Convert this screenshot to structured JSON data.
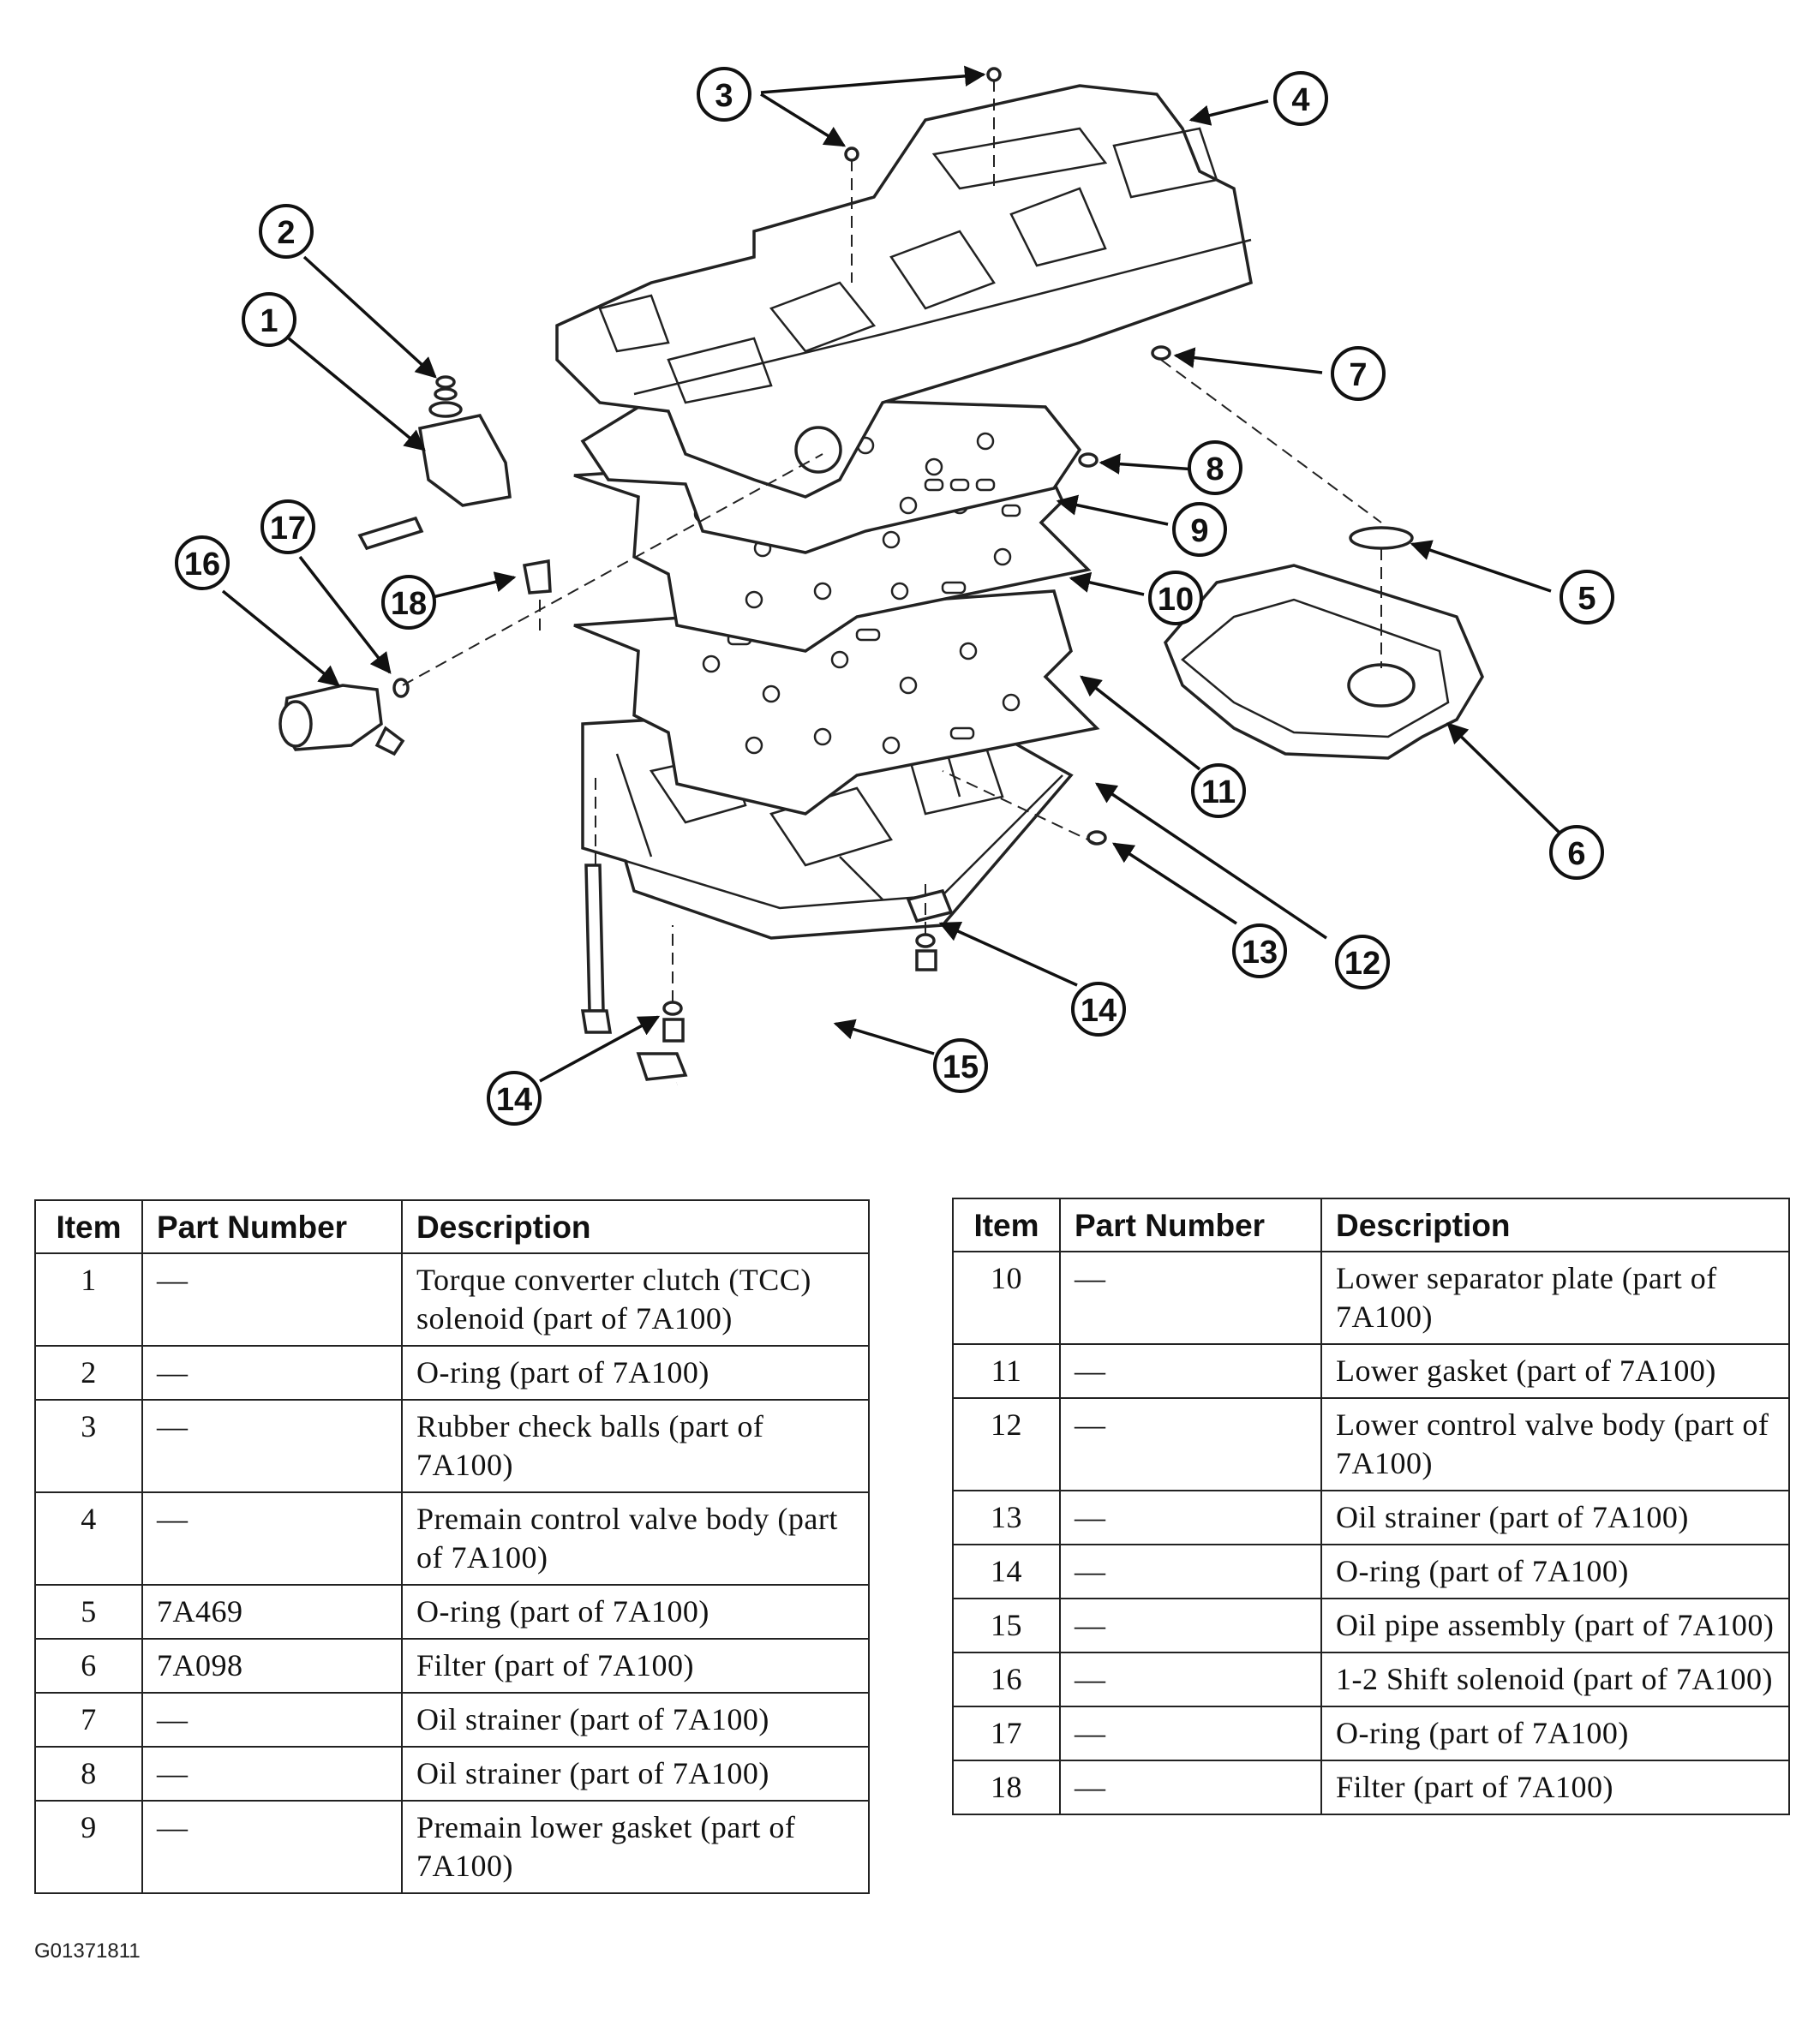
{
  "figure_id": "G01371811",
  "callouts": [
    "1",
    "2",
    "3",
    "4",
    "5",
    "6",
    "7",
    "8",
    "9",
    "10",
    "11",
    "12",
    "13",
    "14",
    "14",
    "15",
    "16",
    "17",
    "18"
  ],
  "table_headers": {
    "item": "Item",
    "part_number": "Part Number",
    "description": "Description"
  },
  "table_left": [
    {
      "item": "1",
      "part_number": "—",
      "description": "Torque converter clutch (TCC) solenoid (part of 7A100)"
    },
    {
      "item": "2",
      "part_number": "—",
      "description": "O-ring (part of 7A100)"
    },
    {
      "item": "3",
      "part_number": "—",
      "description": "Rubber check balls (part of 7A100)"
    },
    {
      "item": "4",
      "part_number": "—",
      "description": "Premain control valve body (part of 7A100)"
    },
    {
      "item": "5",
      "part_number": "7A469",
      "description": "O-ring (part of 7A100)"
    },
    {
      "item": "6",
      "part_number": "7A098",
      "description": "Filter (part of 7A100)"
    },
    {
      "item": "7",
      "part_number": "—",
      "description": "Oil strainer (part of 7A100)"
    },
    {
      "item": "8",
      "part_number": "—",
      "description": "Oil strainer (part of 7A100)"
    },
    {
      "item": "9",
      "part_number": "—",
      "description": "Premain lower gasket (part of 7A100)"
    }
  ],
  "table_right": [
    {
      "item": "10",
      "part_number": "—",
      "description": "Lower separator plate (part of 7A100)"
    },
    {
      "item": "11",
      "part_number": "—",
      "description": "Lower gasket (part of 7A100)"
    },
    {
      "item": "12",
      "part_number": "—",
      "description": "Lower control valve body (part of 7A100)"
    },
    {
      "item": "13",
      "part_number": "—",
      "description": "Oil strainer (part of 7A100)"
    },
    {
      "item": "14",
      "part_number": "—",
      "description": "O-ring (part of 7A100)"
    },
    {
      "item": "15",
      "part_number": "—",
      "description": "Oil pipe assembly (part of 7A100)"
    },
    {
      "item": "16",
      "part_number": "—",
      "description": "1-2 Shift solenoid (part of 7A100)"
    },
    {
      "item": "17",
      "part_number": "—",
      "description": "O-ring (part of 7A100)"
    },
    {
      "item": "18",
      "part_number": "—",
      "description": "Filter (part of 7A100)"
    }
  ]
}
